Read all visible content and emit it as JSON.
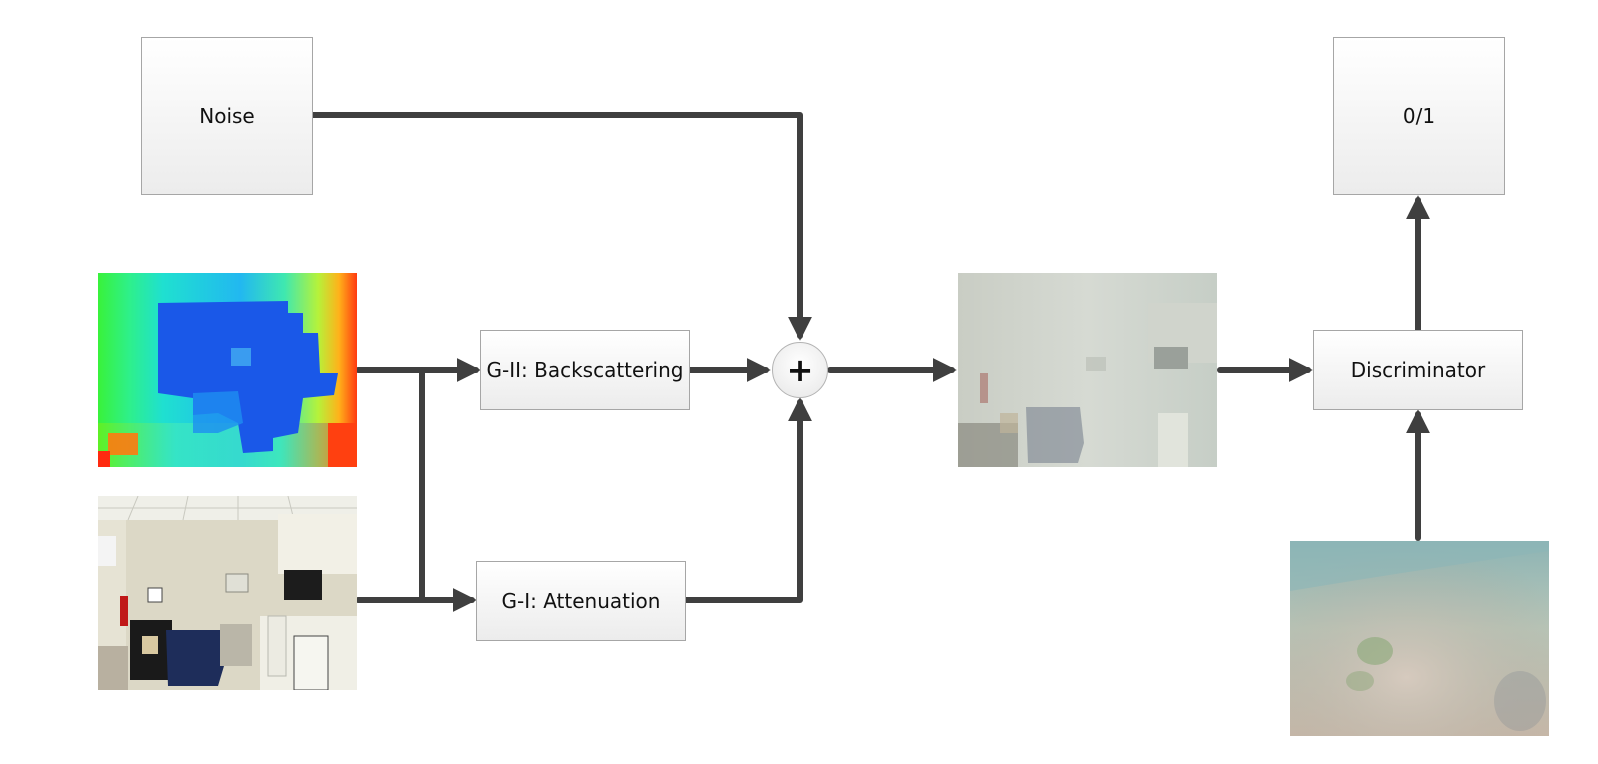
{
  "nodes": {
    "noise": "Noise",
    "backscattering": "G-II: Backscattering",
    "attenuation": "G-I: Attenuation",
    "discriminator": "Discriminator",
    "output": "0/1",
    "sum_symbol": "+"
  },
  "images": {
    "depth_map": "depth-map-image",
    "rgb_indoor": "indoor-rgb-image",
    "synthetic_underwater": "synthetic-underwater-image",
    "real_underwater": "real-underwater-image"
  },
  "colors": {
    "arrow": "#3f3f3f",
    "box_border": "#a6a6a6"
  }
}
